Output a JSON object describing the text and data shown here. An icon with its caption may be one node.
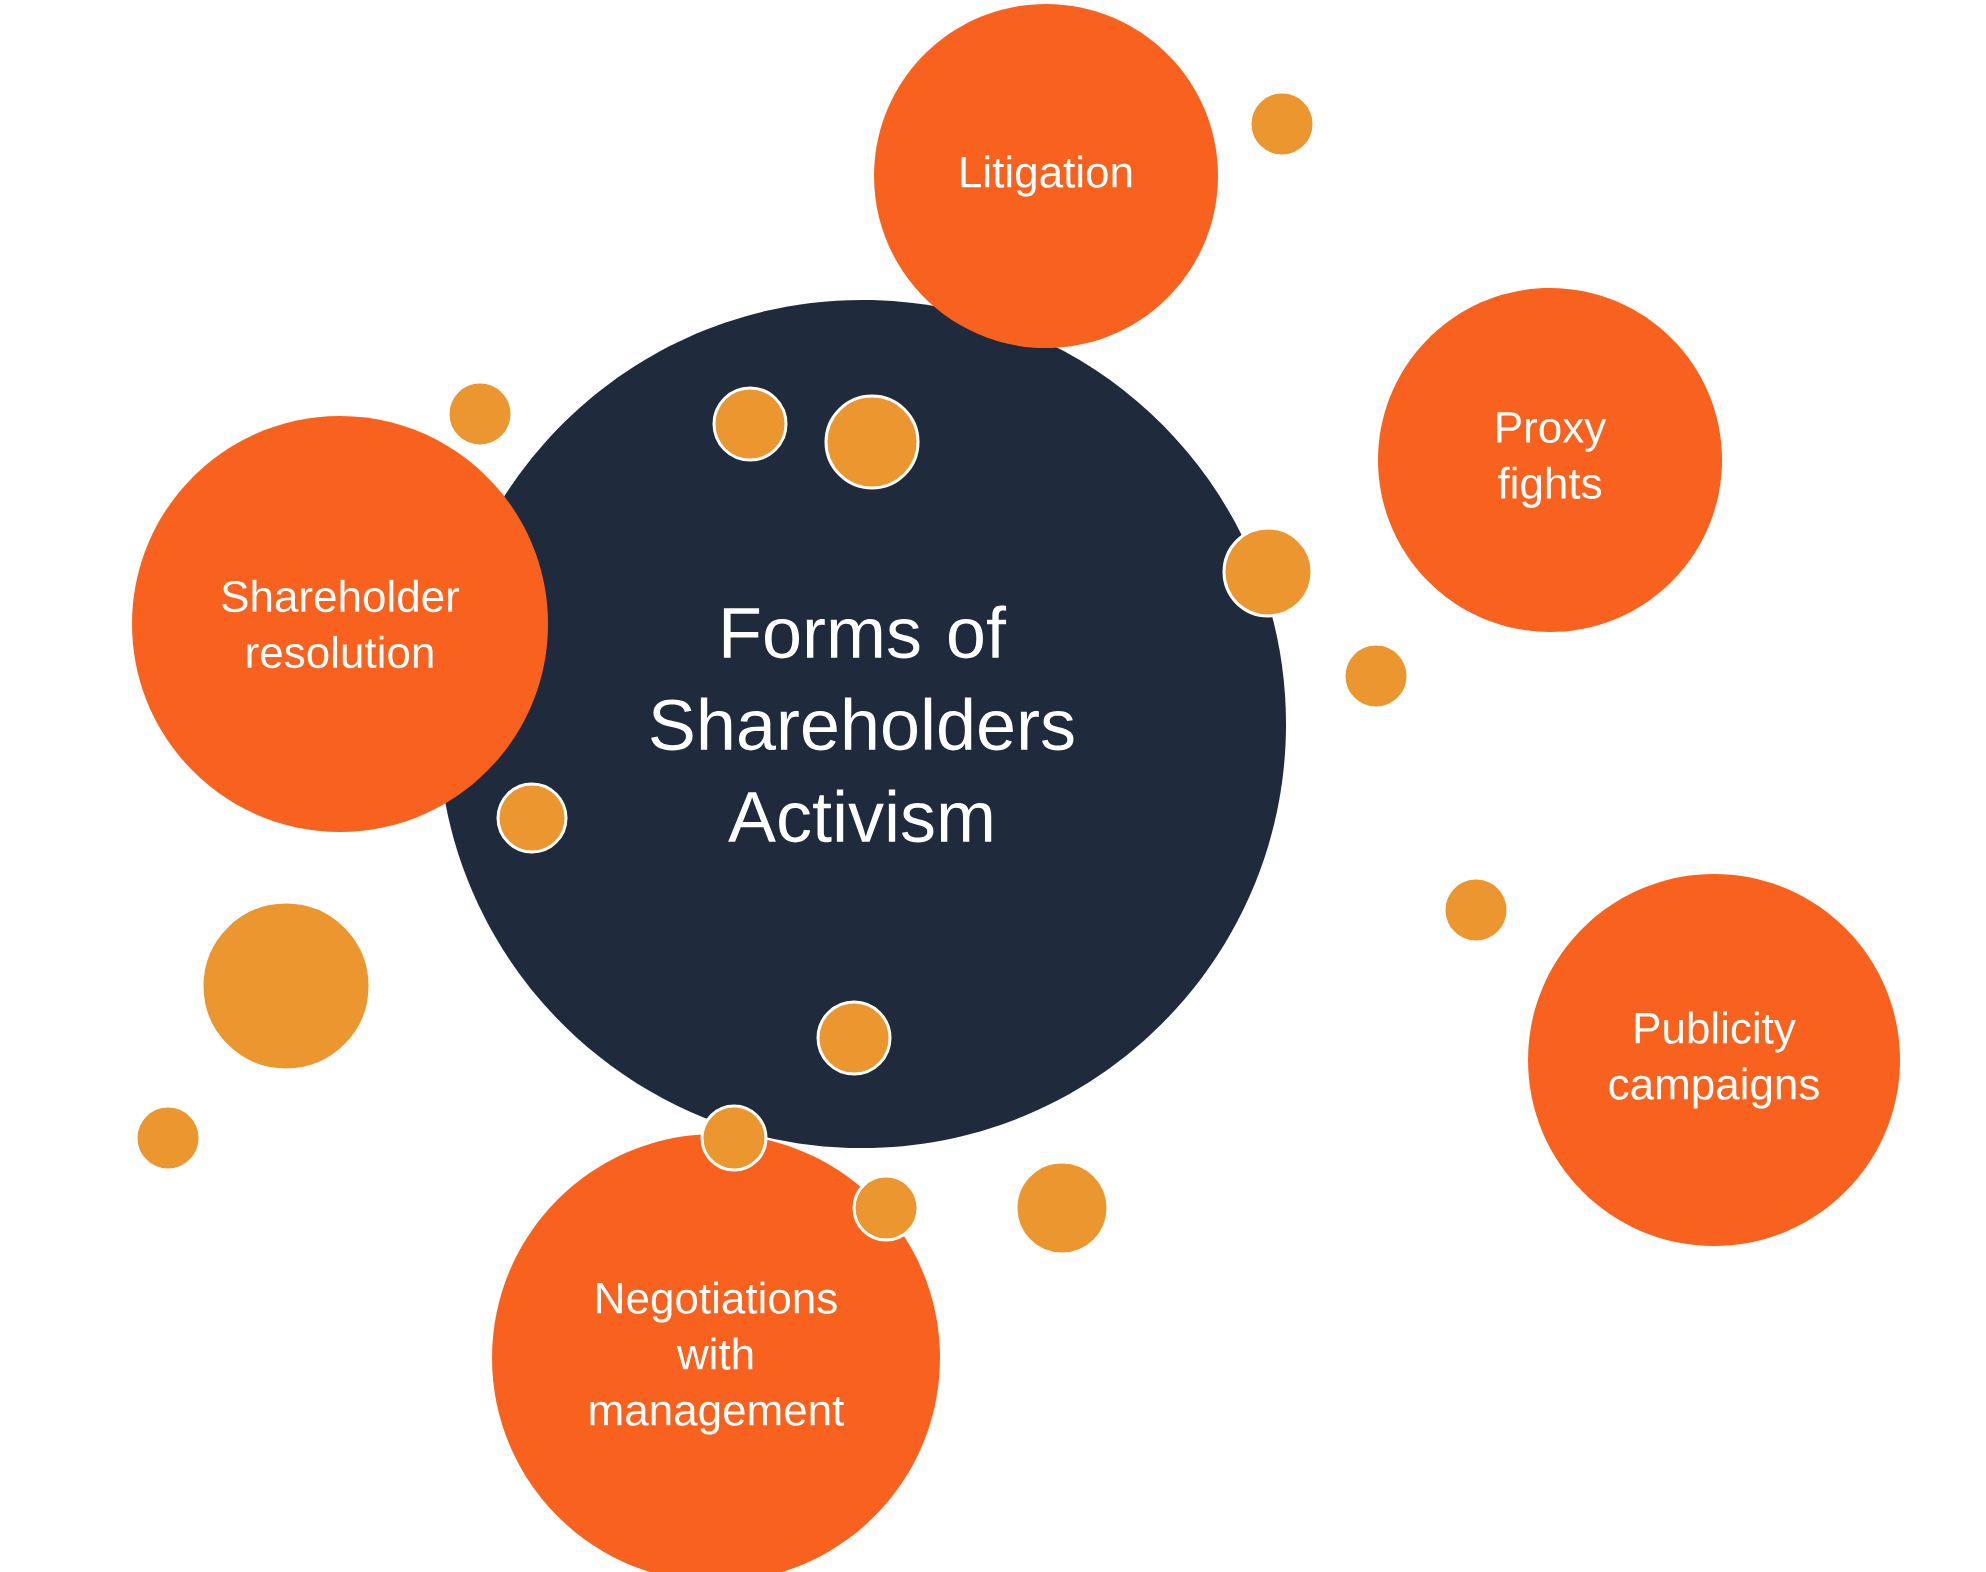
{
  "diagram": {
    "nodes": [
      {
        "text": [
          "Forms of Shareholders Activism"
        ]
      },
      {
        "text": [
          "Litigation"
        ]
      },
      {
        "text": [
          "Proxy fights"
        ]
      },
      {
        "text": [
          "Shareholder resolution"
        ]
      },
      {
        "text": [
          "Publicity campaigns"
        ]
      },
      {
        "text": [
          "Negotiations with management"
        ]
      },
      {
        "text": [],
        "shape": "circle"
      },
      {
        "text": [],
        "shape": "circle"
      },
      {
        "text": [],
        "shape": "circle",
        "in": 0
      },
      {
        "text": [],
        "shape": "circle",
        "in": 0
      },
      {
        "text": [],
        "shape": "circle"
      },
      {
        "text": [],
        "shape": "circle"
      },
      {
        "text": [],
        "shape": "circle",
        "in": 0
      },
      {
        "text": [],
        "shape": "circle"
      },
      {
        "text": [],
        "shape": "circle"
      },
      {
        "text": [],
        "shape": "circle",
        "in": 0
      },
      {
        "text": [],
        "shape": "circle"
      },
      {
        "text": [],
        "shape": "circle"
      },
      {
        "text": [],
        "shape": "circle"
      },
      {
        "text": [],
        "shape": "circle"
      }
    ]
  }
}
